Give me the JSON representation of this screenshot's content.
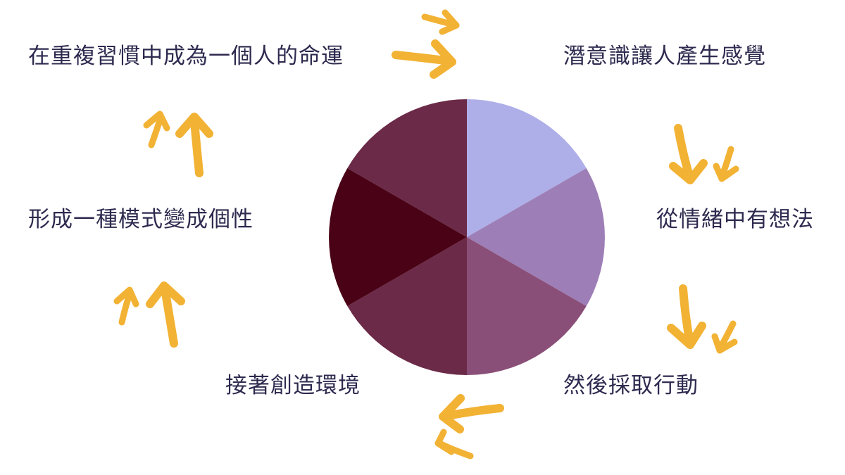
{
  "steps": [
    {
      "label": "在重複習慣中成為一個人的命運",
      "color": "#6b2a47"
    },
    {
      "label": "潛意識讓人產生感覺",
      "color": "#aeaee8"
    },
    {
      "label": "從情緒中有想法",
      "color": "#9d7eb6"
    },
    {
      "label": "然後採取行動",
      "color": "#8a4f78"
    },
    {
      "label": "接著創造環境",
      "color": "#6b2a47"
    },
    {
      "label": "形成一種模式變成個性",
      "color": "#4a0216"
    }
  ],
  "colors": {
    "arrow": "#f2b234",
    "text": "#2e2a4f"
  },
  "icons": {
    "arrow_pair": "double-curved-arrow-icon"
  }
}
